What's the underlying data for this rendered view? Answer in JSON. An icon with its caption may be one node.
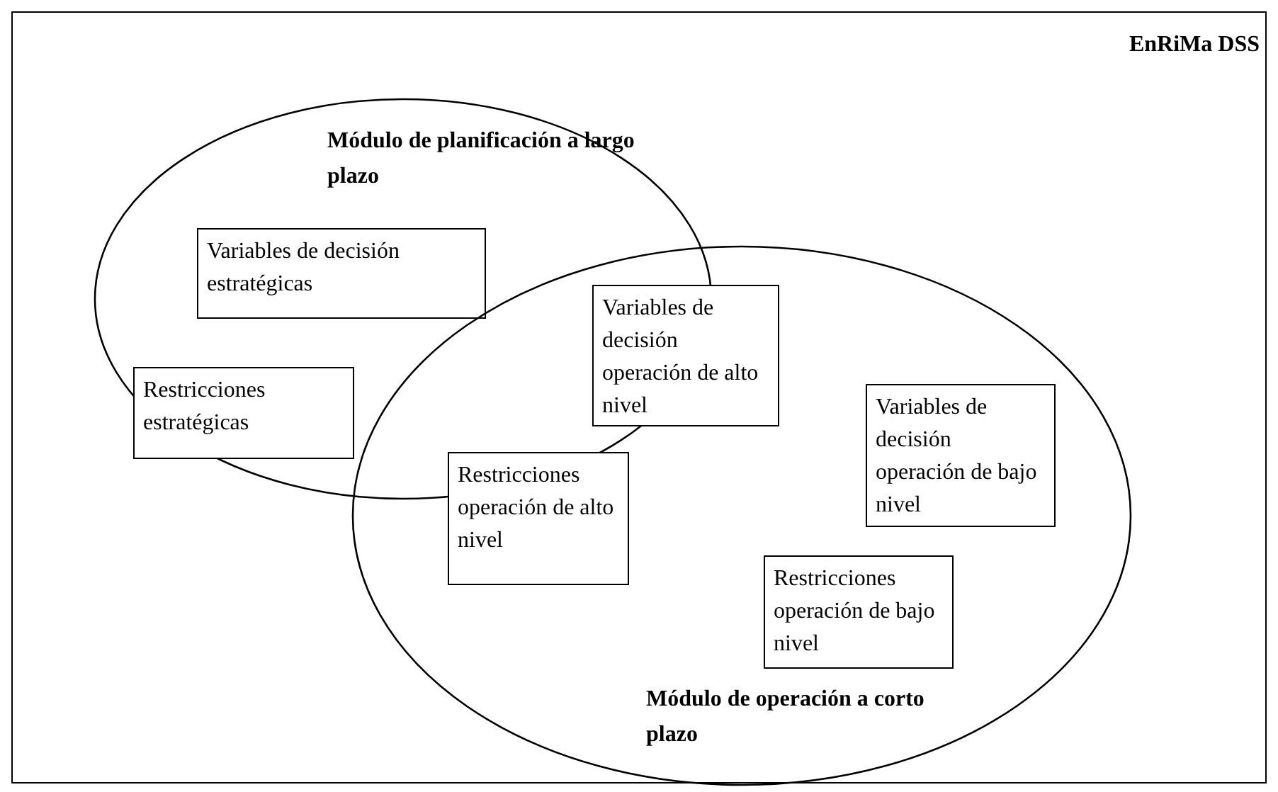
{
  "diagram": {
    "nodes": [
      {
        "text": [
          "EnRiMa DSS"
        ]
      },
      {
        "text": [
          "Módulo de planificación a largo plazo"
        ],
        "in": 0
      },
      {
        "text": [
          "Variables de decisión estratégicas"
        ],
        "in": 1
      },
      {
        "text": [
          "Restricciones estratégicas"
        ],
        "in": 1
      },
      {
        "text": [
          "Módulo de operación a corto plazo"
        ],
        "in": 0
      },
      {
        "text": [
          "Variables de decisión operación de alto nivel"
        ],
        "in": 4
      },
      {
        "text": [
          "Restricciones operación de alto nivel"
        ],
        "in": 4
      },
      {
        "text": [
          "Variables de decisión operación de bajo nivel"
        ],
        "in": 4
      },
      {
        "text": [
          "Restricciones operación de bajo nivel"
        ],
        "in": 4
      }
    ],
    "edges": []
  }
}
